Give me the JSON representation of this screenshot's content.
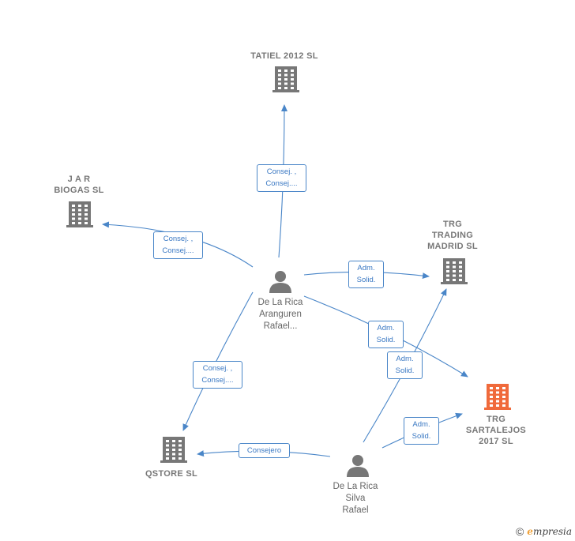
{
  "colors": {
    "edge": "#4a86c8",
    "company_icon": "#777777",
    "company_icon_highlight": "#f06a3b",
    "person_icon": "#777777"
  },
  "nodes": {
    "tatiel": {
      "label": "TATIEL 2012 SL"
    },
    "jar": {
      "label": "J A R\nBIOGAS SL"
    },
    "trg_trading": {
      "label": "TRG\nTRADING\nMADRID SL"
    },
    "trg_sartalejos": {
      "label": "TRG\nSARTALEJOS\n2017  SL"
    },
    "qstore": {
      "label": "QSTORE SL"
    },
    "person1": {
      "label": "De La Rica\nAranguren\nRafael..."
    },
    "person2": {
      "label": "De La Rica\nSilva\nRafael"
    }
  },
  "edges": {
    "p1_tatiel": "Consej. ,\nConsej....",
    "p1_jar": "Consej. ,\nConsej....",
    "p1_trading": "Adm.\nSolid.",
    "p1_sartalejos": "Adm.\nSolid.",
    "p1_qstore": "Consej. ,\nConsej....",
    "p2_trading": "Adm.\nSolid.",
    "p2_sartalejos": "Adm.\nSolid.",
    "p2_qstore": "Consejero"
  },
  "footer": {
    "copyright": "©",
    "brand_first": "e",
    "brand_rest": "mpresia"
  }
}
